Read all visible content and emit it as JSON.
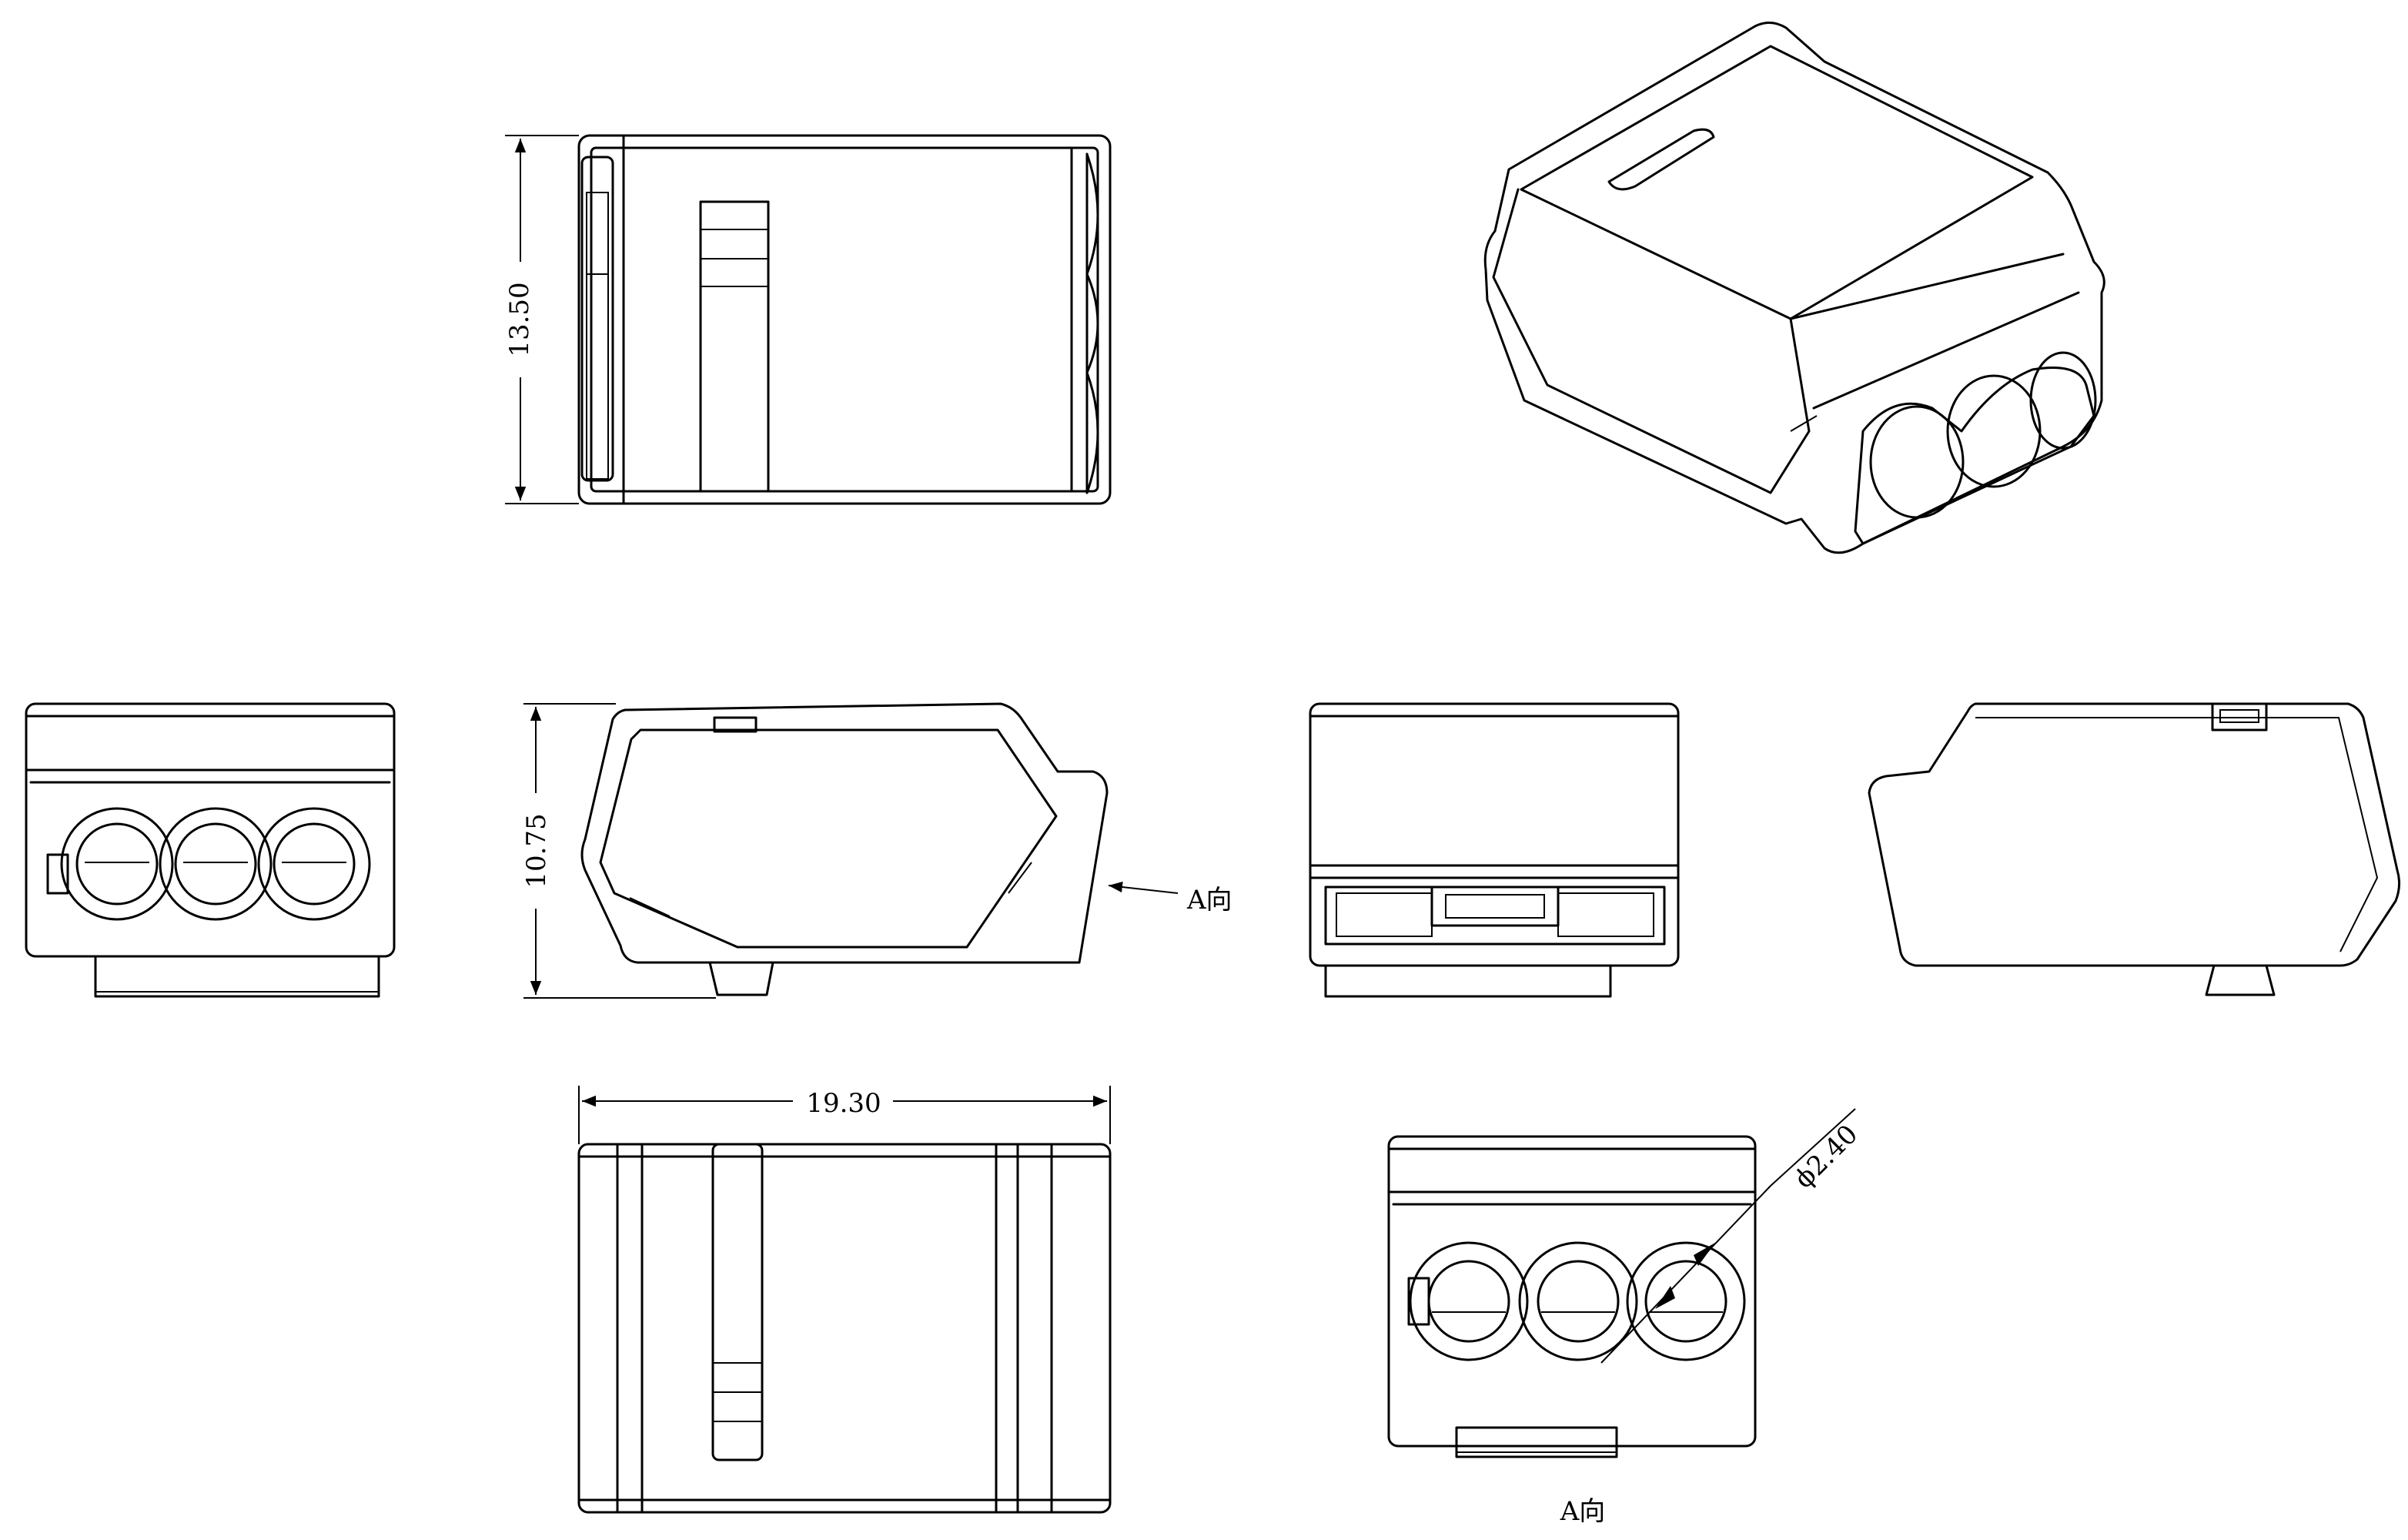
{
  "dimensions": {
    "height_top": "13.50",
    "height_side": "10.75",
    "width_bottom": "19.30",
    "hole_diameter": "ϕ2.40"
  },
  "annotations": {
    "view_arrow": "A向",
    "view_label": "A向"
  }
}
